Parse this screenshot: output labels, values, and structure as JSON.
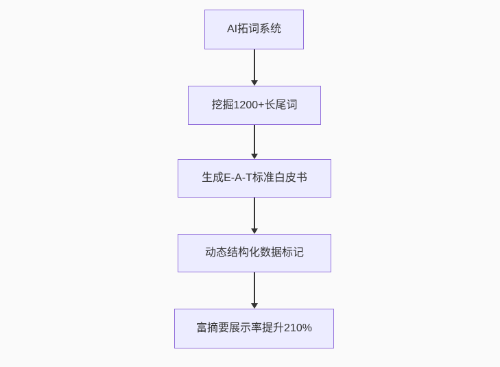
{
  "diagram": {
    "type": "flowchart",
    "direction": "top-down",
    "nodes": [
      {
        "id": "A",
        "label": "AI拓词系统"
      },
      {
        "id": "B",
        "label": "挖掘1200+长尾词"
      },
      {
        "id": "C",
        "label": "生成E-A-T标准白皮书"
      },
      {
        "id": "D",
        "label": "动态结构化数据标记"
      },
      {
        "id": "E",
        "label": "富摘要展示率提升210%"
      }
    ],
    "edges": [
      {
        "from": "AI拓词系统",
        "to": "挖掘1200+长尾词",
        "style": "arrow"
      },
      {
        "from": "挖掘1200+长尾词",
        "to": "生成E-A-T标准白皮书",
        "style": "arrow"
      },
      {
        "from": "生成E-A-T标准白皮书",
        "to": "动态结构化数据标记",
        "style": "arrow"
      },
      {
        "from": "动态结构化数据标记",
        "to": "富摘要展示率提升210%",
        "style": "arrow"
      }
    ]
  },
  "colors": {
    "node-fill": "#ECECFF",
    "node-border": "#9370DB",
    "node-text": "#333333",
    "edge-color": "#333333",
    "canvas-bg": "#fafafa"
  }
}
